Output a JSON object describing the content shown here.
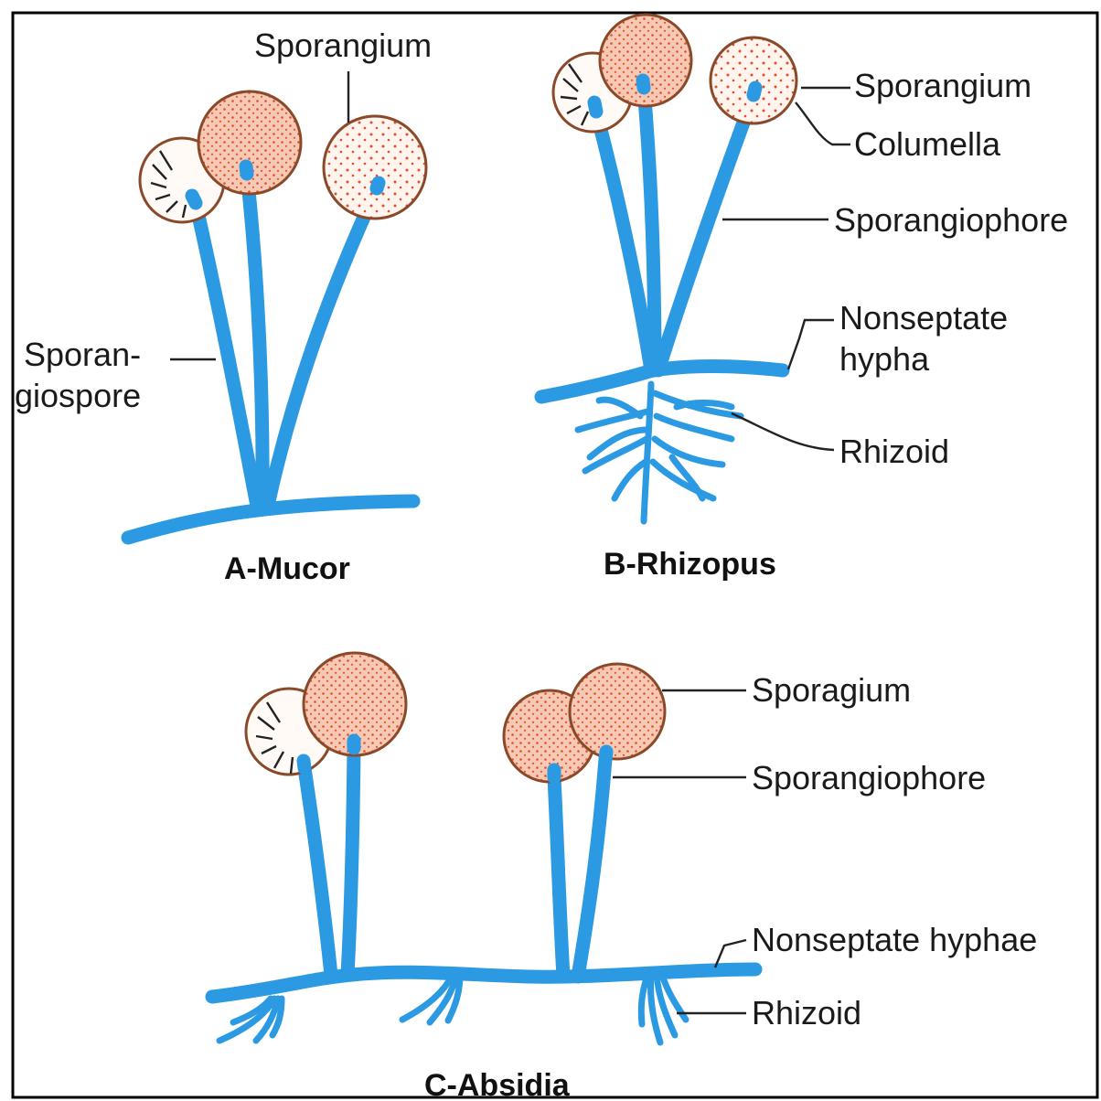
{
  "panels": {
    "mucor": {
      "caption": "A-Mucor",
      "sporangium_label": "Sporangium",
      "sporangiospore_label_line1": "Sporan-",
      "sporangiospore_label_line2": "giospore"
    },
    "rhizopus": {
      "caption": "B-Rhizopus",
      "sporangium_label": "Sporangium",
      "columella_label": "Columella",
      "sporangiophore_label": "Sporangiophore",
      "hypha_label_line1": "Nonseptate",
      "hypha_label_line2": "hypha",
      "rhizoid_label": "Rhizoid"
    },
    "absidia": {
      "caption": "C-Absidia",
      "sporangium_label": "Sporagium",
      "sporangiophore_label": "Sporangiophore",
      "hyphae_label": "Nonseptate hyphae",
      "rhizoid_label": "Rhizoid"
    }
  },
  "colors": {
    "hypha": "#2b9ae2",
    "sporangium_fill": "#f6c9b5",
    "sporangium_dots": "#e0502a",
    "sporangium_outline": "#8a4a2a",
    "border": "#000000"
  }
}
